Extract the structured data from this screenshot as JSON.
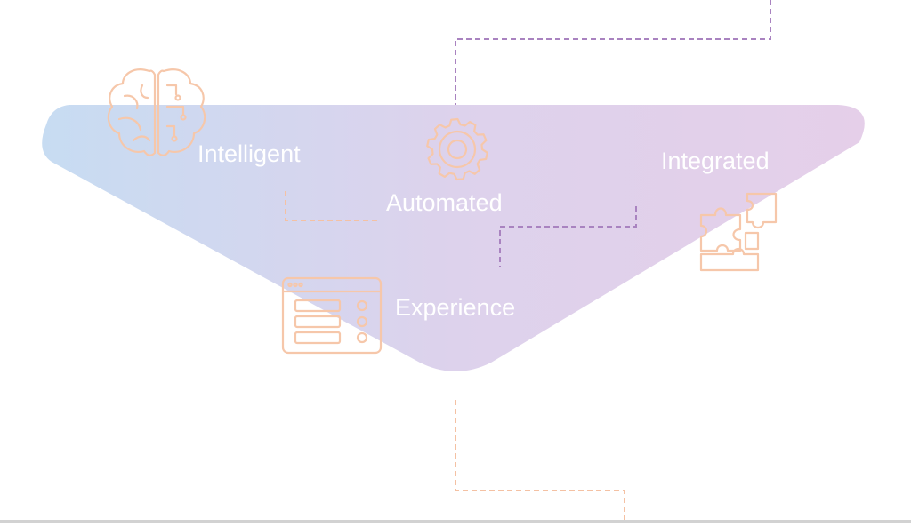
{
  "diagram": {
    "labels": {
      "intelligent": "Intelligent",
      "automated": "Automated",
      "integrated": "Integrated",
      "experience": "Experience"
    },
    "colors": {
      "gradient_start": "#c7dcf2",
      "gradient_mid": "#ddd2ec",
      "gradient_end": "#e5cfe9",
      "icon_stroke": "#f6c7aa",
      "connector_purple": "#a983c0",
      "connector_orange": "#f4c1a3",
      "label_text": "#ffffff"
    },
    "icons": [
      "brain-icon",
      "gear-icon",
      "puzzle-icon",
      "browser-window-icon"
    ]
  }
}
